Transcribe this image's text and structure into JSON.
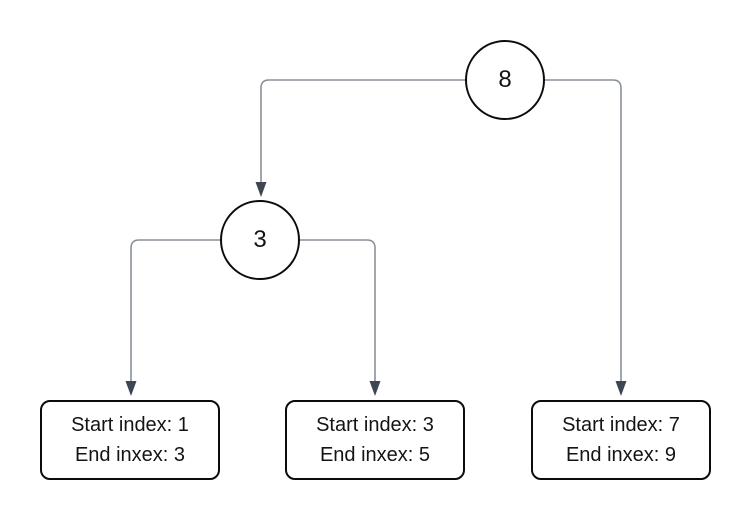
{
  "diagram": {
    "title": "segment-tree-range-diagram",
    "colors": {
      "background": "#ffffff",
      "node_border": "#0c0c0c",
      "node_fill": "#ffffff",
      "text": "#141414",
      "connector_line": "#8a9098",
      "arrowhead": "#3e4553"
    },
    "nodes": {
      "root": {
        "label": "8"
      },
      "child": {
        "label": "3"
      },
      "leaf_1": {
        "line1": "Start index: 1",
        "line2": "End inxex: 3"
      },
      "leaf_2": {
        "line1": "Start index: 3",
        "line2": "End inxex: 5"
      },
      "leaf_3": {
        "line1": "Start index: 7",
        "line2": "End inxex: 9"
      }
    },
    "edges": [
      {
        "from": "root",
        "to": "child"
      },
      {
        "from": "root",
        "to": "leaf_3"
      },
      {
        "from": "child",
        "to": "leaf_1"
      },
      {
        "from": "child",
        "to": "leaf_2"
      }
    ]
  }
}
